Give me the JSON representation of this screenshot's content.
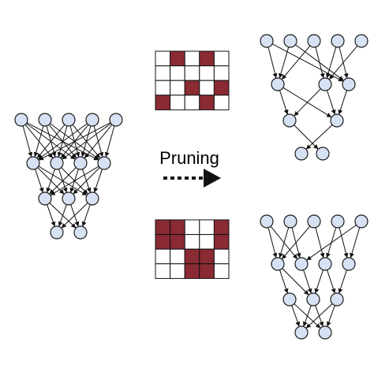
{
  "label": "Pruning",
  "colors": {
    "node_fill": "#d6e2f3",
    "node_stroke": "#1a1a1a",
    "edge": "#111111",
    "cell_pruned": "#8a2a33",
    "cell_kept": "#ffffff",
    "grid_line": "#111111"
  },
  "networks": [
    {
      "id": "dense-network",
      "layers": [
        5,
        4,
        3,
        2
      ],
      "edges": "all"
    },
    {
      "id": "pruned-network-unstructured",
      "layers": [
        5,
        3,
        2,
        2
      ],
      "edges": [
        [
          0,
          0,
          0
        ],
        [
          0,
          0,
          2
        ],
        [
          0,
          1,
          0
        ],
        [
          0,
          1,
          2
        ],
        [
          0,
          2,
          0
        ],
        [
          0,
          2,
          1
        ],
        [
          0,
          3,
          1
        ],
        [
          0,
          3,
          2
        ],
        [
          0,
          4,
          1
        ],
        [
          1,
          0,
          0
        ],
        [
          1,
          0,
          1
        ],
        [
          1,
          1,
          0
        ],
        [
          1,
          1,
          1
        ],
        [
          1,
          2,
          1
        ],
        [
          2,
          0,
          1
        ],
        [
          2,
          1,
          0
        ]
      ]
    },
    {
      "id": "pruned-network-structured",
      "layers": [
        5,
        4,
        3,
        2
      ],
      "edges": [
        [
          0,
          0,
          0
        ],
        [
          0,
          0,
          1
        ],
        [
          0,
          1,
          0
        ],
        [
          0,
          1,
          1
        ],
        [
          0,
          2,
          0
        ],
        [
          0,
          2,
          2
        ],
        [
          0,
          3,
          2
        ],
        [
          0,
          3,
          3
        ],
        [
          0,
          4,
          1
        ],
        [
          0,
          4,
          3
        ],
        [
          1,
          0,
          0
        ],
        [
          1,
          0,
          1
        ],
        [
          1,
          1,
          1
        ],
        [
          1,
          2,
          1
        ],
        [
          1,
          2,
          2
        ],
        [
          1,
          3,
          2
        ],
        [
          2,
          0,
          0
        ],
        [
          2,
          0,
          1
        ],
        [
          2,
          1,
          0
        ],
        [
          2,
          1,
          1
        ],
        [
          2,
          2,
          0
        ],
        [
          2,
          2,
          1
        ]
      ]
    }
  ],
  "masks": [
    {
      "id": "unstructured-mask",
      "cells": [
        [
          0,
          1,
          0,
          1,
          0
        ],
        [
          0,
          0,
          0,
          0,
          0
        ],
        [
          0,
          0,
          1,
          0,
          1
        ],
        [
          1,
          0,
          0,
          1,
          0
        ]
      ]
    },
    {
      "id": "structured-mask",
      "cells": [
        [
          1,
          1,
          0,
          0,
          1
        ],
        [
          1,
          1,
          0,
          0,
          1
        ],
        [
          0,
          0,
          1,
          1,
          0
        ],
        [
          0,
          0,
          1,
          1,
          0
        ]
      ]
    }
  ]
}
